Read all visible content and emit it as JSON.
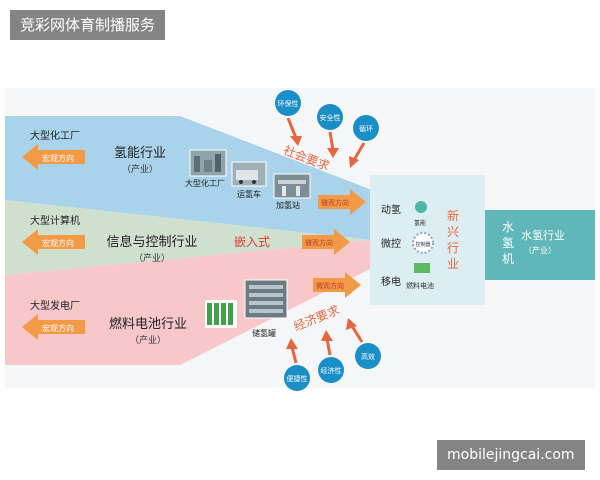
{
  "watermarks": {
    "top": "竞彩网体育制播服务",
    "bottom": "mobilejingcai.com"
  },
  "colors": {
    "blue": "#a9d3ea",
    "green": "#cfe0cf",
    "pink": "#f7c7c9",
    "teal": "#5fb7ba",
    "center": "#dceef2",
    "arrow_orange": "#f29a45",
    "arrow_red": "#e8663e",
    "bubble_blue": "#1a8fc7"
  },
  "rows": {
    "top": {
      "left_label": "大型化工厂",
      "arrow": "宏观方向",
      "industry": "氢能行业",
      "sub": "（产业）",
      "photos": [
        "大型化工厂",
        "运氢车",
        "加氢站"
      ],
      "banner": "社会要求",
      "micro": "微观方向"
    },
    "mid": {
      "left_label": "大型计算机",
      "arrow": "宏观方向",
      "industry": "信息与控制行业",
      "sub": "（产业）",
      "embed": "嵌入式",
      "micro": "微观方向"
    },
    "bot": {
      "left_label": "大型发电厂",
      "arrow": "宏观方向",
      "industry": "燃料电池行业",
      "sub": "（产业）",
      "photo": "储氢罐",
      "banner": "经济要求",
      "micro": "微观方向"
    }
  },
  "bubbles_top": [
    "环保性",
    "安全性",
    "循环"
  ],
  "bubbles_bottom": [
    "便捷性",
    "经济性",
    "高效"
  ],
  "center": {
    "items": [
      "动氢",
      "微控",
      "移电"
    ],
    "icon_labels": [
      "氢能",
      "控制器",
      "燃料电池"
    ],
    "new_industry": "新兴行业"
  },
  "right": {
    "vertical": "水氢机",
    "industry": "水氢行业",
    "sub": "（产业）"
  }
}
